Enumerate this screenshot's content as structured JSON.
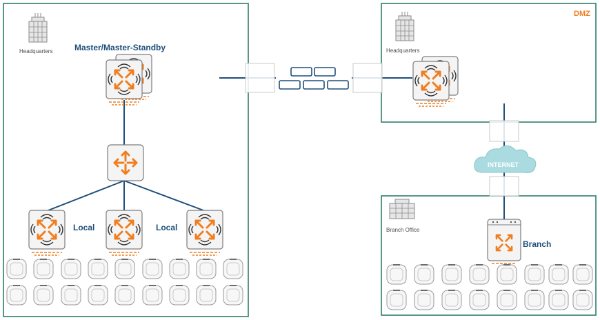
{
  "headquarters_left": {
    "building_label": "Headquarters",
    "controller_label": "Master/Master-Standby",
    "local_label_1": "Local",
    "local_label_2": "Local"
  },
  "dmz_zone": {
    "zone_label": "DMZ",
    "building_label": "Headquarters"
  },
  "internet": {
    "label": "INTERNET"
  },
  "branch_office": {
    "building_label": "Branch Office",
    "controller_label": "Branch"
  },
  "colors": {
    "zone_border": "#2e7d6b",
    "link": "#1d4f7a",
    "accent": "#f07d1e",
    "cloud": "#a9dbe0",
    "device_fill": "#f4f4f4"
  },
  "icons": [
    "building-icon",
    "controller-icon",
    "switch-icon",
    "access-point-icon",
    "firewall-icon",
    "cloud-icon"
  ]
}
